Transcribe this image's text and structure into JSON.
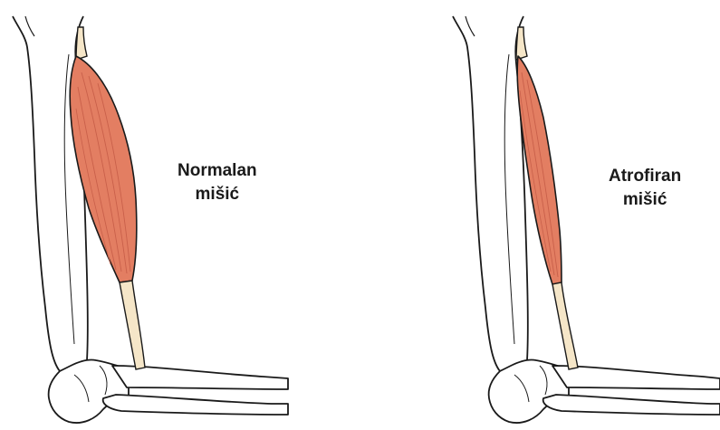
{
  "panels": [
    {
      "id": "normal",
      "label_line1": "Normalan",
      "label_line2": "mišić"
    },
    {
      "id": "atrophied",
      "label_line1": "Atrofiran",
      "label_line2": "mišić"
    }
  ],
  "colors": {
    "muscle_fill": "#e37e62",
    "muscle_stroke": "#1a1a1a",
    "muscle_fiber": "#c9604a",
    "tendon_fill": "#f5e6c8",
    "bone_fill": "#ffffff",
    "outline": "#1a1a1a"
  }
}
